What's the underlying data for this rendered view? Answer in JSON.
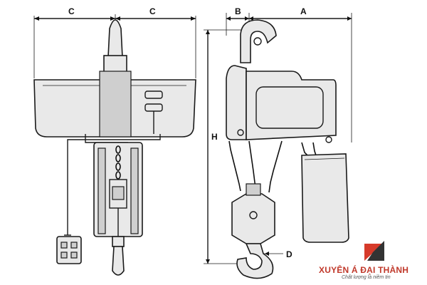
{
  "diagram": {
    "front_view": {
      "dim_left": "C",
      "dim_right": "C"
    },
    "side_view": {
      "dim_top_left": "B",
      "dim_top_right": "A",
      "dim_height": "H",
      "dim_hook": "D"
    }
  },
  "brand": {
    "name": "XUYÊN Á ĐẠI THÀNH",
    "slogan": "Chất lượng là niềm tin",
    "colors": {
      "red": "#d63a2a",
      "dark": "#333333"
    }
  }
}
